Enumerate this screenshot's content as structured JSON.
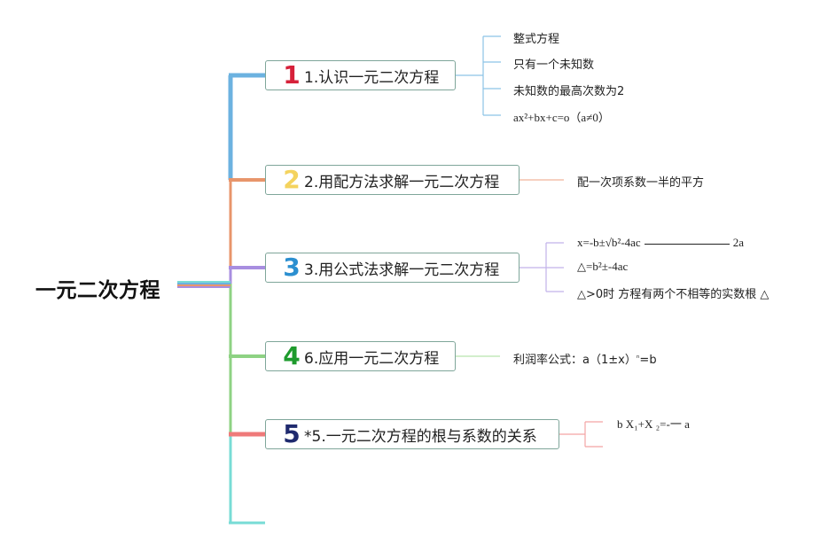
{
  "root": {
    "label": "一元二次方程"
  },
  "branches": [
    {
      "badge": "1",
      "badge_color": "#d6213a",
      "line_color": "#6cb2e0",
      "label": "1.认识一元二次方程",
      "leaves": [
        "整式方程",
        "只有一个未知数",
        "未知数的最高次数为2",
        "ax²+bx+c=o（a≠0）"
      ]
    },
    {
      "badge": "2",
      "badge_color": "#f4d35e",
      "line_color": "#e8956b",
      "label": "2.用配方法求解一元二次方程",
      "leaves": [
        "配一次项系数一半的平方"
      ]
    },
    {
      "badge": "3",
      "badge_color": "#2b8fd0",
      "line_color": "#a88ee0",
      "label": "3.用公式法求解一元二次方程",
      "leaves": [
        {
          "numerator": "x=-b±√b²-4ac",
          "denominator": "2a"
        },
        "△=b²±-4ac",
        "△>0时 方程有两个不相等的实数根 △"
      ]
    },
    {
      "badge": "4",
      "badge_color": "#1e9b2d",
      "line_color": "#8ed283",
      "label": "6.应用一元二次方程",
      "leaves": [
        {
          "prefix": "利润率公式：a（1±x）",
          "sup": "ⁿ",
          "suffix": "=b"
        }
      ]
    },
    {
      "badge": "5",
      "badge_color": "#1f2a6e",
      "line_color": "#ef7a7a",
      "label": "*5.一元二次方程的根与系数的关系",
      "leaves": [
        {
          "text": "b X₁+X ₂=-一 a"
        }
      ]
    }
  ],
  "trailing_branch_color": "#78dcd6"
}
